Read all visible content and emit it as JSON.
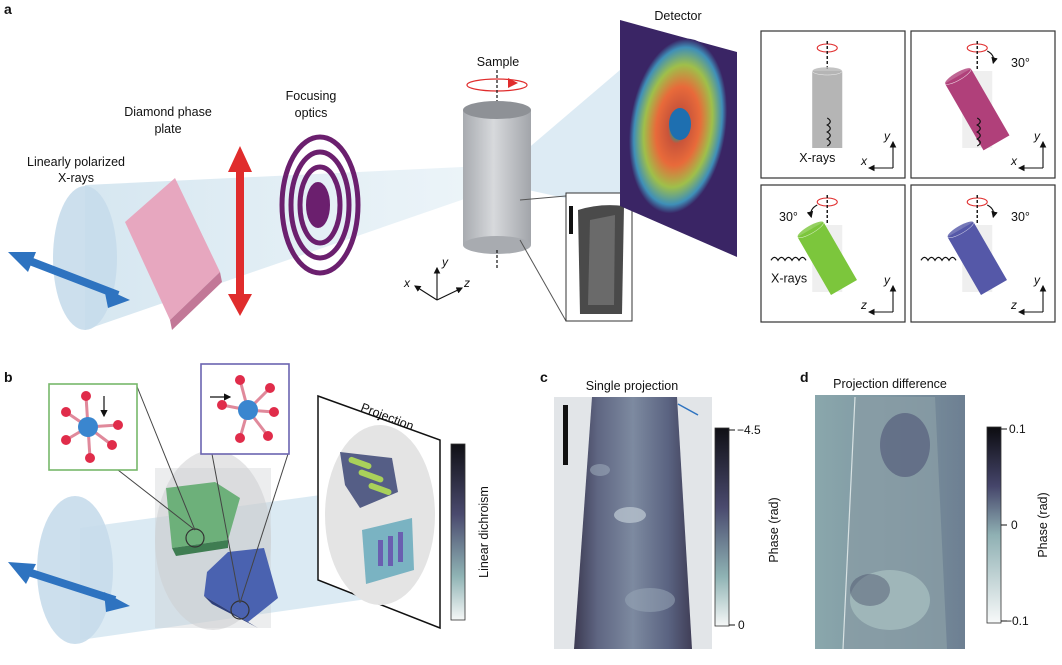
{
  "panels": {
    "a": "a",
    "b": "b",
    "c": "c",
    "d": "d"
  },
  "panel_a": {
    "linear_pol": [
      "Linearly polarized",
      "X-rays"
    ],
    "diamond": [
      "Diamond phase",
      "plate"
    ],
    "focusing": [
      "Focusing",
      "optics"
    ],
    "sample": "Sample",
    "detector": "Detector",
    "axes_main": {
      "x": "x",
      "y": "y",
      "z": "z"
    },
    "subpanels": [
      {
        "angle": "",
        "beam": "X-rays",
        "h_axis": "x",
        "v_axis": "y",
        "color": "#b5b5b5"
      },
      {
        "angle": "30°",
        "beam": "",
        "h_axis": "x",
        "v_axis": "y",
        "color": "#b0407a"
      },
      {
        "angle": "30°",
        "beam": "X-rays",
        "h_axis": "z",
        "v_axis": "y",
        "color": "#7cc63c"
      },
      {
        "angle": "30°",
        "beam": "",
        "h_axis": "z",
        "v_axis": "y",
        "color": "#5558a8"
      }
    ]
  },
  "panel_b": {
    "projection": "Projection",
    "colorbar_label": "Linear dichroism"
  },
  "panel_c": {
    "title": "Single projection",
    "colorbar_label": "Phase (rad)",
    "tick_top": "−4.5",
    "tick_bottom": "0"
  },
  "panel_d": {
    "title": "Projection difference",
    "colorbar_label": "Phase (rad)",
    "tick_top": "0.1",
    "tick_mid": "0",
    "tick_bottom": "−0.1"
  },
  "colors": {
    "beam": "#cfe3ef",
    "arrow_blue": "#2e73c0",
    "arrow_red": "#e02c2c",
    "ring": "#6b1f6e",
    "plate": "#e7a7bf"
  }
}
